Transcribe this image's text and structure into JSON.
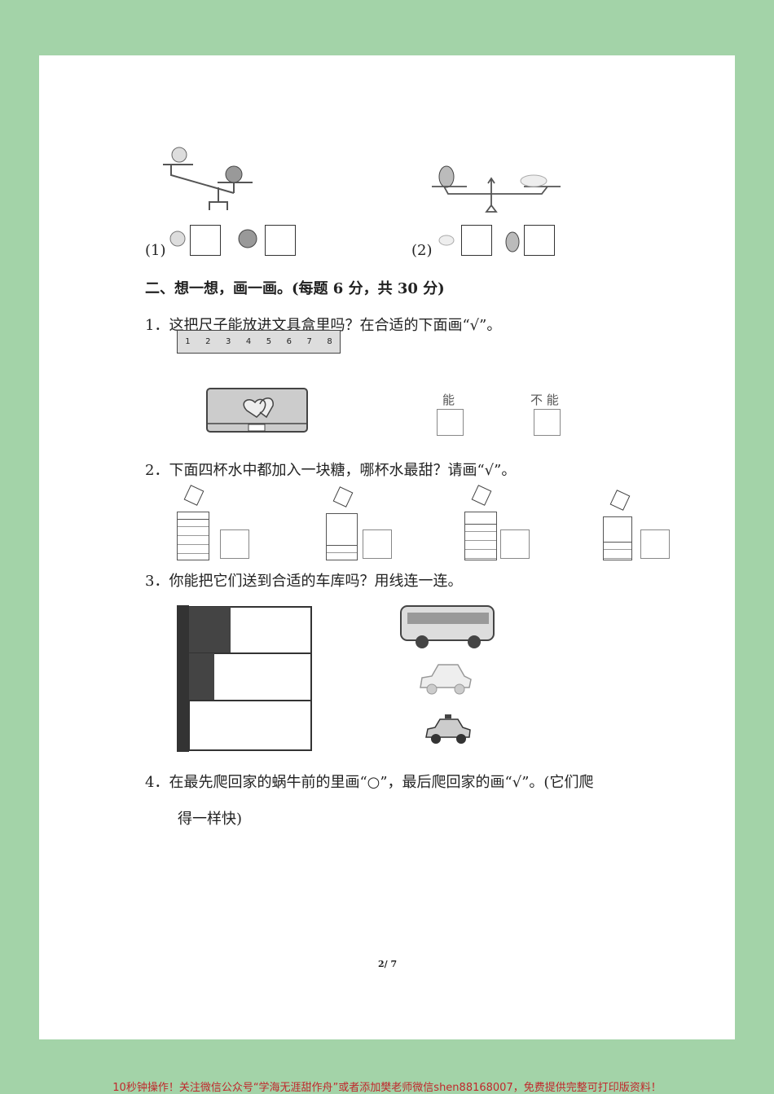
{
  "balance": {
    "q1_label": "(1)",
    "q1_items": [
      "peach",
      "watermelon"
    ],
    "q2_label": "(2)",
    "q2_items": [
      "flowers",
      "pineapple"
    ]
  },
  "section": {
    "heading": "二、想一想，画一画。(每题 6 分，共 30 分)"
  },
  "q1": {
    "text": "1．这把尺子能放进文具盒里吗？在合适的下面画“√”。",
    "ruler_ticks": [
      "1",
      "2",
      "3",
      "4",
      "5",
      "6",
      "7",
      "8"
    ],
    "option_yes": "能",
    "option_no": "不 能"
  },
  "q2": {
    "text": "2．下面四杯水中都加入一块糖，哪杯水最甜？请画“√”。",
    "cup_water_levels": [
      0.85,
      0.3,
      0.75,
      0.4
    ]
  },
  "q3": {
    "text": "3．你能把它们送到合适的车库吗？用线连一连。",
    "vehicles": [
      "bus",
      "car",
      "taxi"
    ]
  },
  "q4": {
    "text_line1": "4．在最先爬回家的蜗牛前的里画“○”，最后爬回家的画“√”。(它们爬",
    "text_line2": "得一样快)"
  },
  "page_number": "2/ 7",
  "footer": "10秒钟操作！关注微信公众号“学海无涯甜作舟”或者添加樊老师微信shen88168007，免费提供完整可打印版资料！",
  "colors": {
    "background": "#a3d3a8",
    "footer_text": "#c0282c"
  }
}
